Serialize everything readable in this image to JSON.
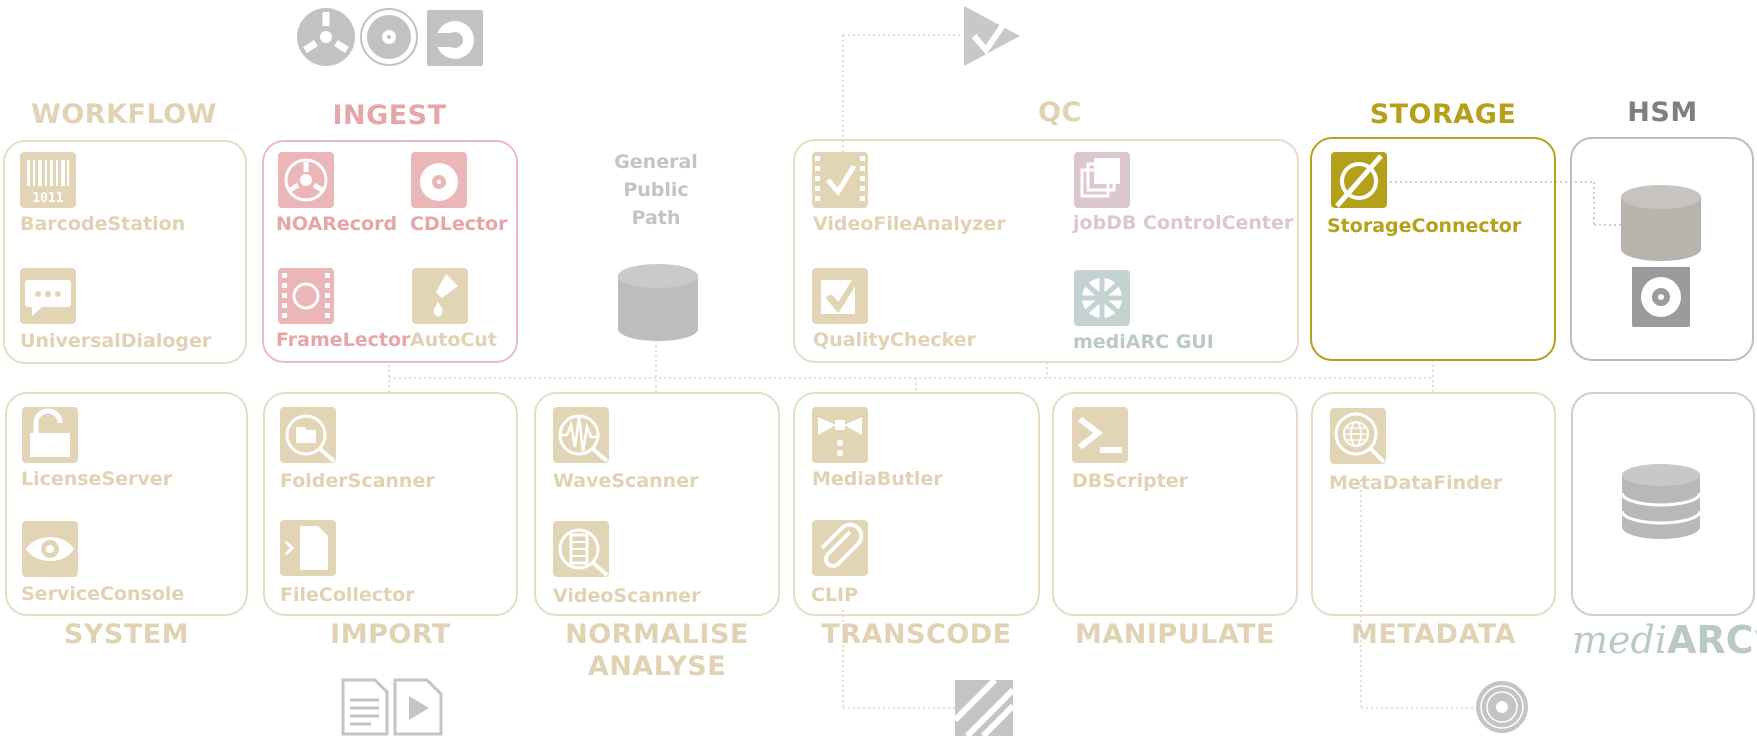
{
  "colors": {
    "beige": "#e2d5b6",
    "beige_border": "#e8dcc6",
    "pink": "#ebb6b8",
    "pink_text": "#e6a5a8",
    "storage_gold": "#b5a01b",
    "grey": "#9b9b9b",
    "hsm_grey": "#bdbdbd",
    "teal_grey": "#b9c9c5",
    "mediarc_icon": "#c4d3d1"
  },
  "sections": {
    "workflow": "WORKFLOW",
    "ingest": "INGEST",
    "qc": "QC",
    "storage": "STORAGE",
    "hsm": "HSM",
    "system": "SYSTEM",
    "import": "IMPORT",
    "normalise_line1": "NORMALISE",
    "normalise_line2": "ANALYSE",
    "transcode": "TRANSCODE",
    "manipulate": "MANIPULATE",
    "metadata": "METADATA"
  },
  "general_public_path": {
    "line1": "General",
    "line2": "Public",
    "line3": "Path"
  },
  "modules": {
    "barcode_station": "BarcodeStation",
    "barcode_digits": "1011",
    "universal_dialoger": "UniversalDialoger",
    "noa_record": "NOARecord",
    "cd_lector": "CDLector",
    "frame_lector": "FrameLector",
    "auto_cut": "AutoCut",
    "video_file_analyzer": "VideoFileAnalyzer",
    "jobdb_control_center": "jobDB ControlCenter",
    "quality_checker": "QualityChecker",
    "mediarc_gui": "mediARC GUI",
    "storage_connector": "StorageConnector",
    "license_server": "LicenseServer",
    "service_console": "ServiceConsole",
    "folder_scanner": "FolderScanner",
    "file_collector": "FileCollector",
    "wave_scanner": "WaveScanner",
    "video_scanner": "VideoScanner",
    "media_butler": "MediaButler",
    "clip": "CLIP",
    "db_scripter": "DBScripter",
    "metadata_finder": "MetaDataFinder"
  },
  "brand": {
    "prefix": "medi",
    "suffix": "ARC",
    "tm": "™"
  }
}
